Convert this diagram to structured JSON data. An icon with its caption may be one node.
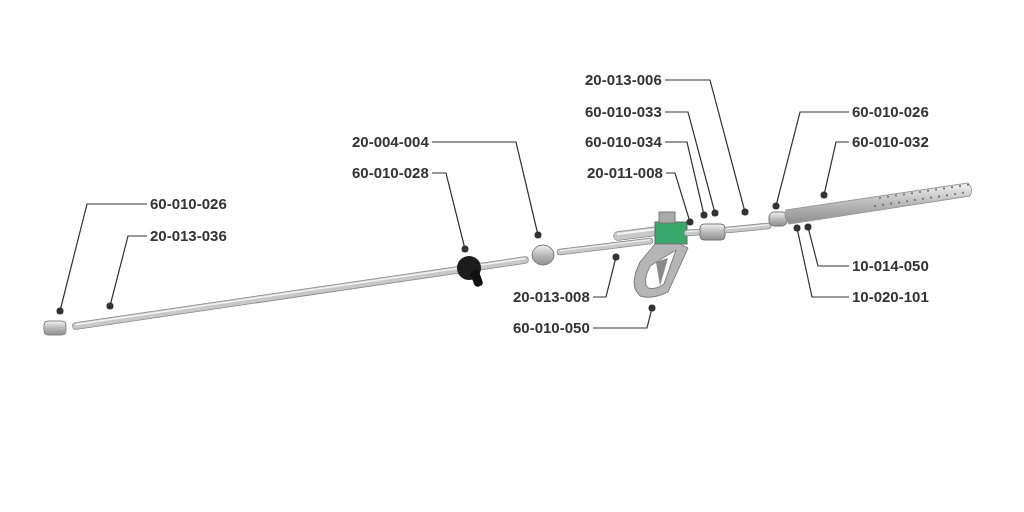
{
  "diagram": {
    "nodes": [
      {
        "text": [
          "20-013-006"
        ]
      },
      {
        "text": [
          "60-010-033"
        ]
      },
      {
        "text": [
          "60-010-026"
        ]
      },
      {
        "text": [
          "20-004-004"
        ]
      },
      {
        "text": [
          "60-010-034"
        ]
      },
      {
        "text": [
          "60-010-032"
        ]
      },
      {
        "text": [
          "60-010-028"
        ]
      },
      {
        "text": [
          "20-011-008"
        ]
      },
      {
        "text": [
          "60-010-026"
        ]
      },
      {
        "text": [
          "20-013-036"
        ]
      },
      {
        "text": [
          "10-014-050"
        ]
      },
      {
        "text": [
          "20-013-008"
        ]
      },
      {
        "text": [
          "10-020-101"
        ]
      },
      {
        "text": [
          "60-010-050"
        ]
      }
    ],
    "edges": [
      {
        "from": 0,
        "to": null,
        "arrow": "other"
      },
      {
        "from": 1,
        "to": null,
        "arrow": "other"
      },
      {
        "from": 2,
        "to": null,
        "arrow": "other"
      },
      {
        "from": 3,
        "to": null,
        "arrow": "other"
      },
      {
        "from": 4,
        "to": null,
        "arrow": "other"
      },
      {
        "from": 5,
        "to": null,
        "arrow": "other"
      },
      {
        "from": 6,
        "to": null,
        "arrow": "other"
      },
      {
        "from": 7,
        "to": null,
        "arrow": "other"
      },
      {
        "from": 8,
        "to": null,
        "arrow": "other"
      },
      {
        "from": 9,
        "to": null,
        "arrow": "other"
      },
      {
        "from": 10,
        "to": null,
        "arrow": "other"
      },
      {
        "from": 11,
        "to": null,
        "arrow": "other"
      },
      {
        "from": 12,
        "to": null,
        "arrow": "other"
      },
      {
        "from": 13,
        "to": null,
        "arrow": "other"
      }
    ]
  }
}
